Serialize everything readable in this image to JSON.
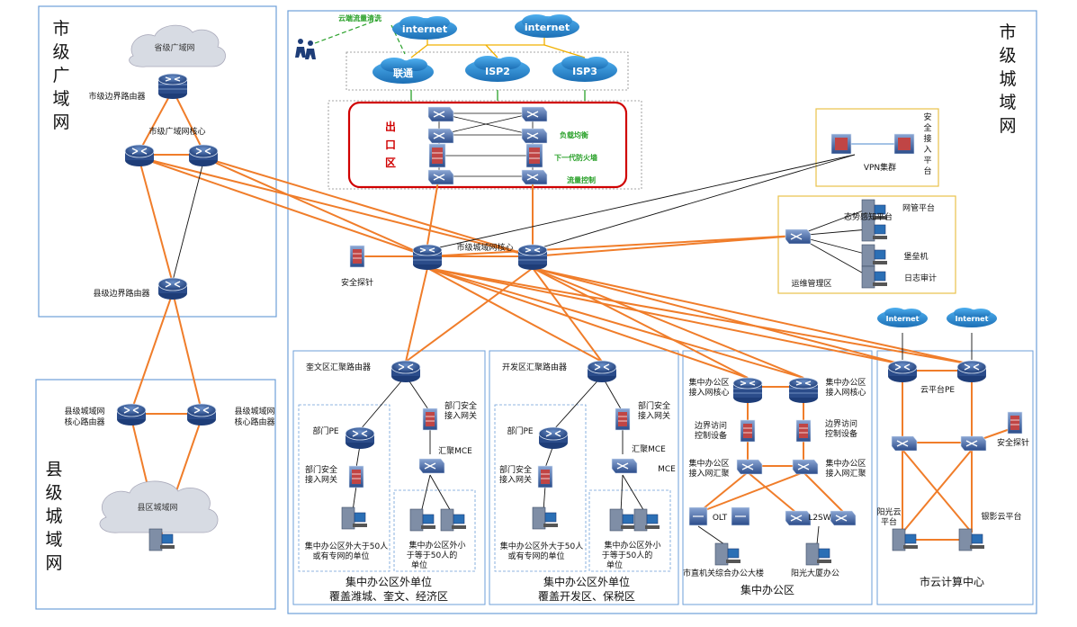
{
  "regions": {
    "city_wan": "市级广域网",
    "county_wan": "县级城域网",
    "city_man": "市级城域网"
  },
  "clouds": {
    "provincial_wan": "省级广域网",
    "county_area_net": "县区城域网",
    "internet_1": "internet",
    "internet_2": "internet",
    "unicom": "联通",
    "isp2": "ISP2",
    "isp3": "ISP3",
    "internet_3": "Internet",
    "internet_4": "Internet"
  },
  "labels": {
    "city_border_router": "市级边界路由器",
    "city_wan_core": "市级广域网核心",
    "county_border_router": "县级边界路由器",
    "county_core_left": [
      "县级城域网",
      "核心路由器"
    ],
    "county_core_right": [
      "县级城域网",
      "核心路由器"
    ],
    "cloud_cleaning": "云端流量清洗",
    "exit_zone": [
      "出",
      "口",
      "区"
    ],
    "load_balance": "负载均衡",
    "ngfw": "下一代防火墙",
    "flow_control": "流量控制",
    "security_probe": "安全探针",
    "city_man_core": "市级城域网核心",
    "vpn_cluster": "VPN集群",
    "secure_access_platform": [
      "安",
      "全",
      "接",
      "入",
      "平",
      "台"
    ],
    "situation_awareness": "态势感知平台",
    "nms_platform": "网管平台",
    "bastion": "堡垒机",
    "log_audit": "日志审计",
    "ops_zone": "运维管理区"
  },
  "sections": {
    "s1": {
      "agg_router": "奎文区汇聚路由器",
      "dept_pe": "部门PE",
      "dept_sec_gw_left": [
        "部门安全",
        "接入网关"
      ],
      "dept_sec_gw_right": [
        "部门安全",
        "接入网关"
      ],
      "agg_mce": "汇聚MCE",
      "unit_large": [
        "集中办公区外大于50人",
        "或有专网的单位"
      ],
      "unit_small": [
        "集中办公区外小",
        "于等于50人的",
        "单位"
      ],
      "title": [
        "集中办公区外单位",
        "覆盖潍城、奎文、经济区"
      ]
    },
    "s2": {
      "agg_router": "开发区汇聚路由器",
      "dept_pe": "部门PE",
      "dept_sec_gw_left": [
        "部门安全",
        "接入网关"
      ],
      "dept_sec_gw_right": [
        "部门安全",
        "接入网关"
      ],
      "agg_mce": "汇聚MCE",
      "mce": "MCE",
      "unit_large": [
        "集中办公区外大于50人",
        "或有专网的单位"
      ],
      "unit_small": [
        "集中办公区外小",
        "于等于50人的",
        "单位"
      ],
      "title": [
        "集中办公区外单位",
        "覆盖开发区、保税区"
      ]
    },
    "s3": {
      "core_left": [
        "集中办公区",
        "接入网核心"
      ],
      "core_right": [
        "集中办公区",
        "接入网核心"
      ],
      "border_left": [
        "边界访问",
        "控制设备"
      ],
      "border_right": [
        "边界访问",
        "控制设备"
      ],
      "agg_left": [
        "集中办公区",
        "接入网汇聚"
      ],
      "agg_right": [
        "集中办公区",
        "接入网汇聚"
      ],
      "olt": "OLT",
      "l2sw": "L2SW",
      "building_1": "市直机关综合办公大楼",
      "building_2": "阳光大厦办公",
      "title": "集中办公区"
    },
    "s4": {
      "cloud_pe": "云平台PE",
      "security_probe": "安全探针",
      "sunshine_cloud": [
        "阳光云",
        "平台"
      ],
      "yinying_cloud": "银影云平台",
      "title": "市云计算中心"
    }
  },
  "colors": {
    "orange_link": "#f07d2a",
    "black_link": "#111111",
    "cloud_blue": "#2d8fd5",
    "exit_zone_border": "#d00000",
    "region_border": "#6d9fd8",
    "cloud_grey": "#d7dbe3"
  }
}
